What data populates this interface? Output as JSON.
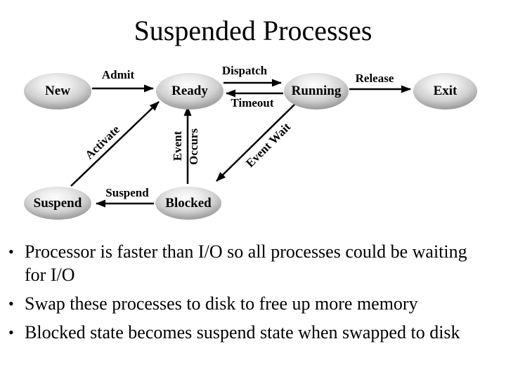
{
  "slide": {
    "title": "Suspended Processes",
    "background": "#ffffff"
  },
  "diagram": {
    "states": [
      {
        "label": "New"
      },
      {
        "label": "Ready"
      },
      {
        "label": "Running"
      },
      {
        "label": "Exit"
      },
      {
        "label": "Suspend"
      },
      {
        "label": "Blocked"
      }
    ],
    "transitions": [
      {
        "label": "Admit",
        "from": "New",
        "to": "Ready"
      },
      {
        "label": "Dispatch",
        "from": "Ready",
        "to": "Running"
      },
      {
        "label": "Timeout",
        "from": "Running",
        "to": "Ready"
      },
      {
        "label": "Release",
        "from": "Running",
        "to": "Exit"
      },
      {
        "label": "Activate",
        "from": "Suspend",
        "to": "Ready"
      },
      {
        "label": "Event Occurs",
        "words": [
          "Event",
          "Occurs"
        ],
        "from": "Blocked",
        "to": "Ready"
      },
      {
        "label": "Event Wait",
        "from": "Running",
        "to": "Blocked"
      },
      {
        "label": "Suspend",
        "from": "Blocked",
        "to": "Suspend"
      }
    ],
    "colors": {
      "arrow": "#000000",
      "ellipse_edge": "#8f8f8f",
      "ellipse_highlight": "#fcfcfc",
      "text": "#000000"
    }
  },
  "bullet_marker": "•",
  "bullets": [
    {
      "lines": [
        "Processor is faster than I/O so all processes could be waiting",
        "for I/O"
      ]
    },
    {
      "lines": [
        "Swap these processes to disk to free up more memory"
      ]
    },
    {
      "lines": [
        "Blocked state becomes suspend state when swapped to disk"
      ]
    }
  ]
}
